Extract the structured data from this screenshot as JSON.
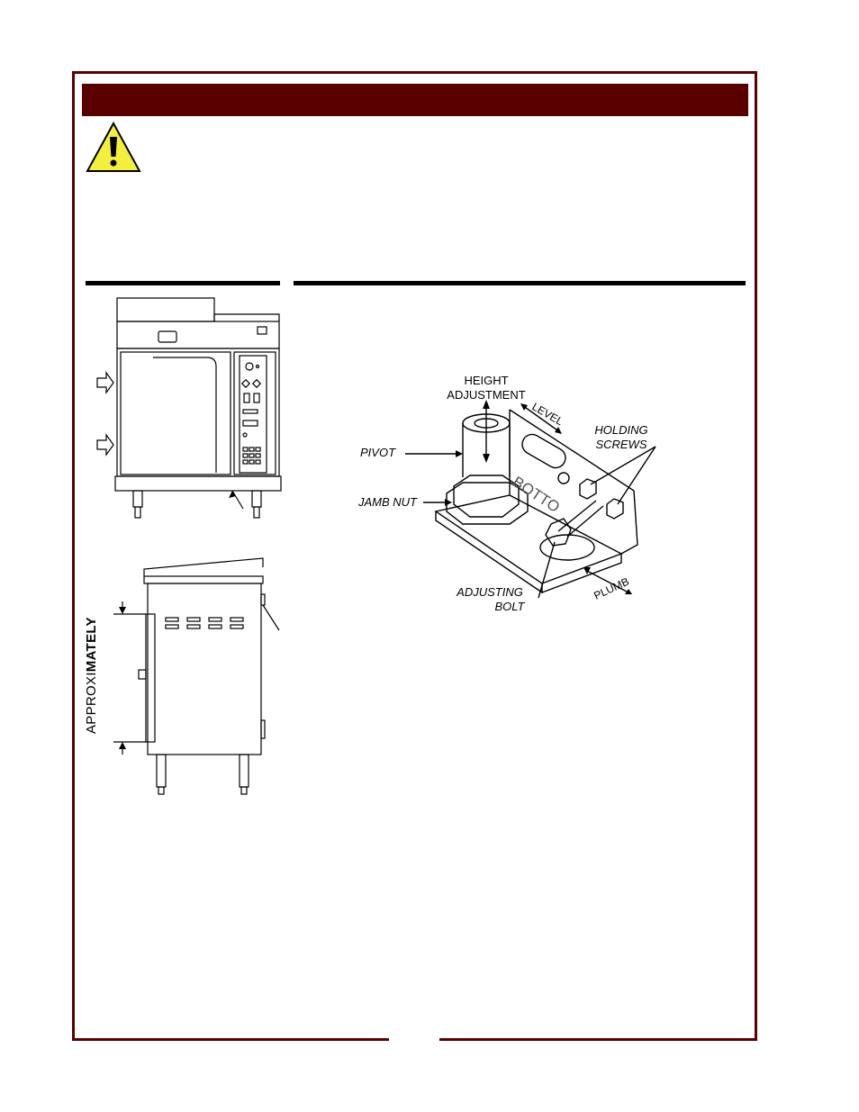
{
  "header": {
    "title": ""
  },
  "warning": {
    "icon": "warning-triangle-icon",
    "text": ""
  },
  "left_figures": {
    "vertical_label_a": "APPROXI",
    "vertical_label_b": "MATELY"
  },
  "detail_figure": {
    "labels": {
      "height_adjustment_1": "HEIGHT",
      "height_adjustment_2": "ADJUSTMENT",
      "level": "LEVEL",
      "holding_screws_1": "HOLDING",
      "holding_screws_2": "SCREWS",
      "pivot": "PIVOT",
      "jamb_nut": "JAMB NUT",
      "adjusting_bolt_1": "ADJUSTING",
      "adjusting_bolt_2": "BOLT",
      "plumb": "PLUMB",
      "bracket_text": "BOTTO"
    }
  },
  "colors": {
    "frame": "#5a0000",
    "warning_fill": "#f4ef3c"
  }
}
